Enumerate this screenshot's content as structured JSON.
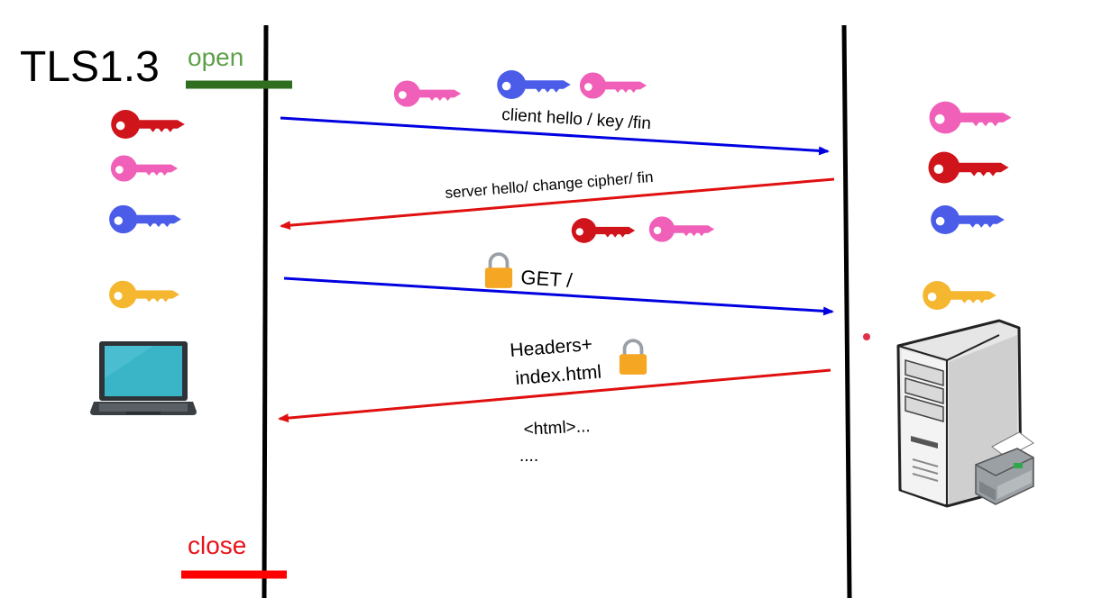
{
  "title": "TLS1.3",
  "markers": {
    "open": {
      "label": "open",
      "color": "#2f6e1f",
      "text_color": "#5fa04a"
    },
    "close": {
      "label": "close",
      "color": "#ff0000",
      "text_color": "#e8141b"
    }
  },
  "colors": {
    "client_arrow": "#0000e0",
    "server_arrow": "#e01010",
    "key_red": "#d0141b",
    "key_pink": "#f060b8",
    "key_blue": "#4a5ce8",
    "key_yellow": "#f5b630",
    "lock": "#f5a623"
  },
  "messages": {
    "client_hello": "client hello / key /fin",
    "server_hello": "server hello/ change cipher/ fin",
    "get": "GET /",
    "headers": "Headers+",
    "index": "index.html",
    "html": "<html>...",
    "dots": "...."
  },
  "icons": {
    "client": "laptop-icon",
    "server": "server-tower-icon",
    "printer": "printer-icon",
    "key": "key-icon",
    "lock": "padlock-icon"
  }
}
